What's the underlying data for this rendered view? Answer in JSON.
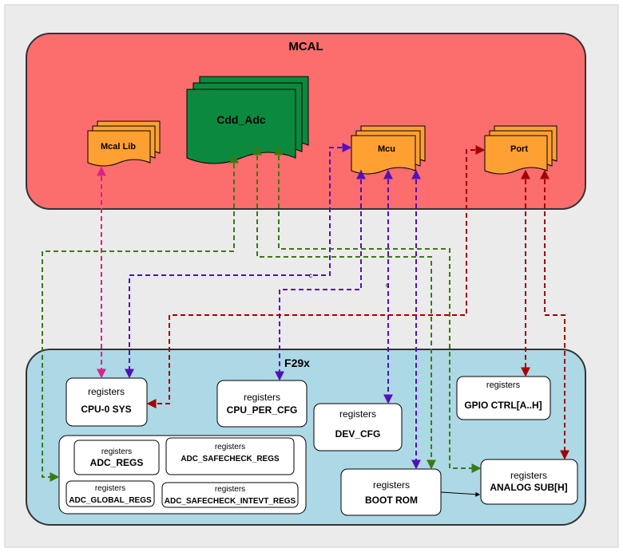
{
  "mcal": {
    "title": "MCAL",
    "modules": {
      "mcal_lib": "Mcal Lib",
      "cdd_adc": "Cdd_Adc",
      "mcu": "Mcu",
      "port": "Port"
    }
  },
  "f29x": {
    "title": "F29x",
    "blocks": {
      "cpu0": {
        "caption": "registers",
        "name": "CPU-0 SYS"
      },
      "cpu_per": {
        "caption": "registers",
        "name": "CPU_PER_CFG"
      },
      "dev_cfg": {
        "caption": "registers",
        "name": "DEV_CFG"
      },
      "gpio": {
        "caption": "registers",
        "name": "GPIO CTRL[A..H]"
      },
      "adc_regs": {
        "caption": "registers",
        "name": "ADC_REGS"
      },
      "adc_safe": {
        "caption": "registers",
        "name": "ADC_SAFECHECK_REGS"
      },
      "adc_global": {
        "caption": "registers",
        "name": "ADC_GLOBAL_REGS"
      },
      "adc_safe_int": {
        "caption": "registers",
        "name": "ADC_SAFECHECK_INTEVT_REGS"
      },
      "boot_rom": {
        "caption": "registers",
        "name": "BOOT ROM"
      },
      "analog": {
        "caption": "registers",
        "name": "ANALOG SUB[H]"
      }
    }
  },
  "connector_labels": {
    "c1": "c",
    "c2": "c"
  },
  "colors": {
    "mcal_fill": "#fc6d6d",
    "f29x_fill": "#add8e6",
    "module_orange": "#ffa033",
    "module_green": "#0b8a3f",
    "pink": "#d6248a",
    "green": "#3a7a14",
    "purple": "#5310b8",
    "darkred": "#a40000"
  }
}
